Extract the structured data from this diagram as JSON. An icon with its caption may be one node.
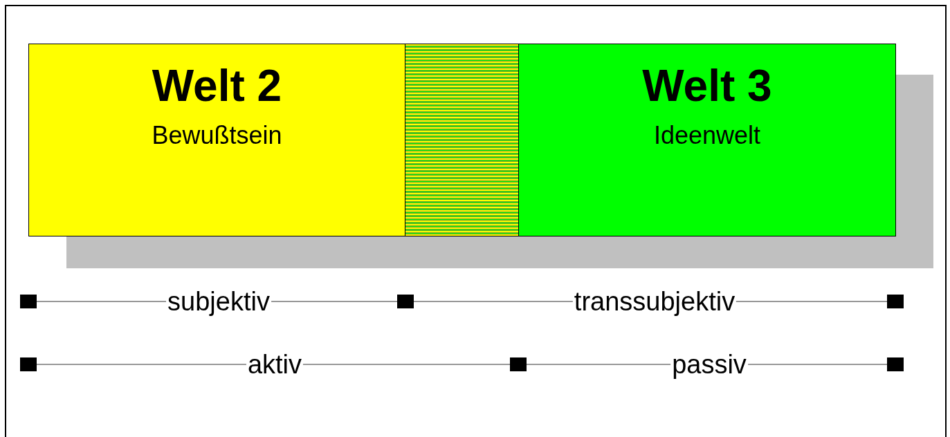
{
  "diagram": {
    "nodes": [
      {
        "text": [
          "Welt 2",
          "Bewußtsein"
        ]
      },
      {
        "text": [],
        "shape": "box"
      },
      {
        "text": [
          "Welt 3",
          "Ideenwelt"
        ]
      }
    ],
    "labels": [
      "subjektiv",
      "transsubjektiv",
      "aktiv",
      "passiv"
    ]
  }
}
